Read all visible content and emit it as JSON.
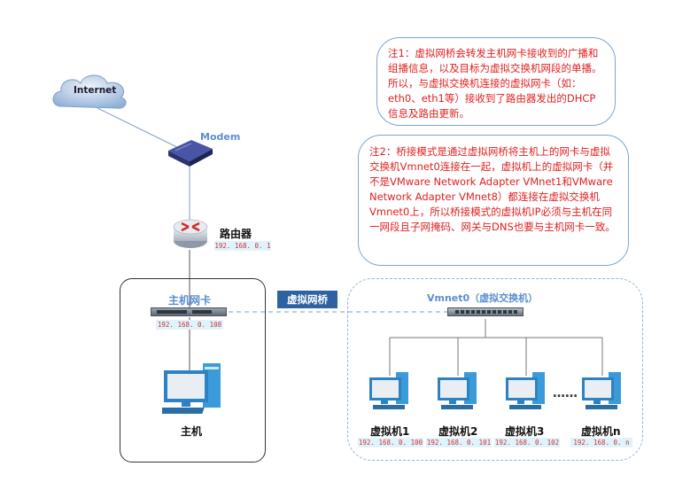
{
  "internet_label": "Internet",
  "modem_label": "Modem",
  "router": {
    "label": "路由器",
    "ip": "192. 168. 0. 1"
  },
  "host_nic": {
    "label": "主机网卡",
    "ip": "192. 168. 0. 108"
  },
  "host_label": "主机",
  "bridge_label": "虚拟网桥",
  "vmnet0_label": "Vmnet0（虚拟交换机）",
  "ellipsis": "……",
  "vms": [
    {
      "name": "虚拟机1",
      "ip": "192. 168. 0. 100"
    },
    {
      "name": "虚拟机2",
      "ip": "192. 168. 0. 101"
    },
    {
      "name": "虚拟机3",
      "ip": "192. 168. 0. 102"
    },
    {
      "name": "虚拟机n",
      "ip": "192. 168. 0. n"
    }
  ],
  "note1": "注1：虚拟网桥会转发主机网卡接收到的广播和组播信息，以及目标为虚拟交换机网段的单播。所以，与虚拟交换机连接的虚拟网卡（如：eth0、eth1等）接收到了路由器发出的DHCP信息及路由更新。",
  "note2": "注2：桥接模式是通过虚拟网桥将主机上的网卡与虚拟交换机Vmnet0连接在一起，虚拟机上的虚拟网卡（并不是VMware Network Adapter VMnet1和VMware Network Adapter VMnet8）都连接在虚拟交换机Vmnet0上，所以桥接模式的虚拟机IP必须与主机在同一网段且子网掩码、网关与DNS也要与主机网卡一致。",
  "colors": {
    "note_text": "#e02020",
    "ip_bg": "#dff3fc",
    "ip_text": "#d03030",
    "accent_blue": "#5b8fd0",
    "bridge_bg": "#2e63a3"
  }
}
